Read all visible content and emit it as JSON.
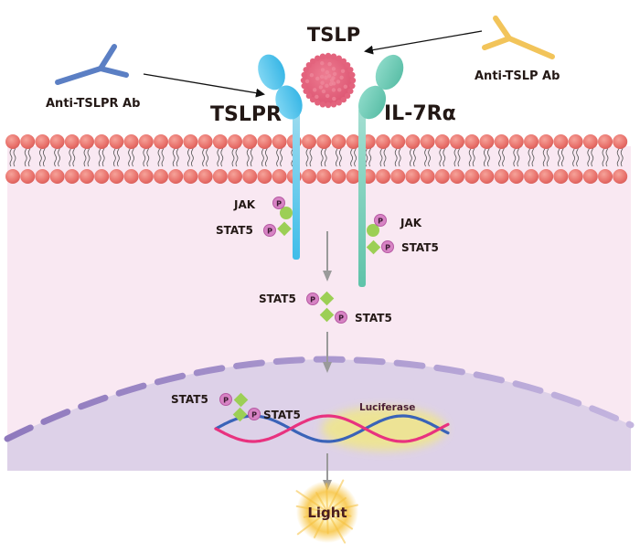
{
  "title": "TSLP / TSLPR / IL-7Rα signaling luciferase reporter assay",
  "ligand": {
    "label": "TSLP",
    "color": "#e8627a"
  },
  "receptors": [
    {
      "label": "TSLPR",
      "color": "#4cc3ea"
    },
    {
      "label": "IL-7Rα",
      "color": "#6fcab5"
    }
  ],
  "antibodies": [
    {
      "label": "Anti-TSLPR Ab",
      "color": "#5b7fc4",
      "target": "TSLPR"
    },
    {
      "label": "Anti-TSLP Ab",
      "color": "#f2c45a",
      "target": "TSLP"
    }
  ],
  "intracellular": {
    "tslpr_side": {
      "jak": "JAK",
      "stat": "STAT5"
    },
    "il7r_side": {
      "jak": "JAK",
      "stat": "STAT5"
    },
    "phospho": "P",
    "dimer": {
      "stat_a": "STAT5",
      "stat_b": "STAT5"
    }
  },
  "nucleus": {
    "stat_a": "STAT5",
    "stat_b": "STAT5",
    "gene_label": "Luciferase"
  },
  "output": {
    "label": "Light"
  },
  "colors": {
    "membrane_head": "#e8706a",
    "cytoplasm": "#f9e8f2",
    "nucleus": "#ddd1e8",
    "nuclear_envelope": "#9b86c2",
    "jak": "#9ccf55",
    "stat": "#9ccf55",
    "phospho": "#d783c4",
    "dna_blue": "#3a63b8",
    "dna_pink": "#e8327f",
    "arrow": "#999999"
  }
}
